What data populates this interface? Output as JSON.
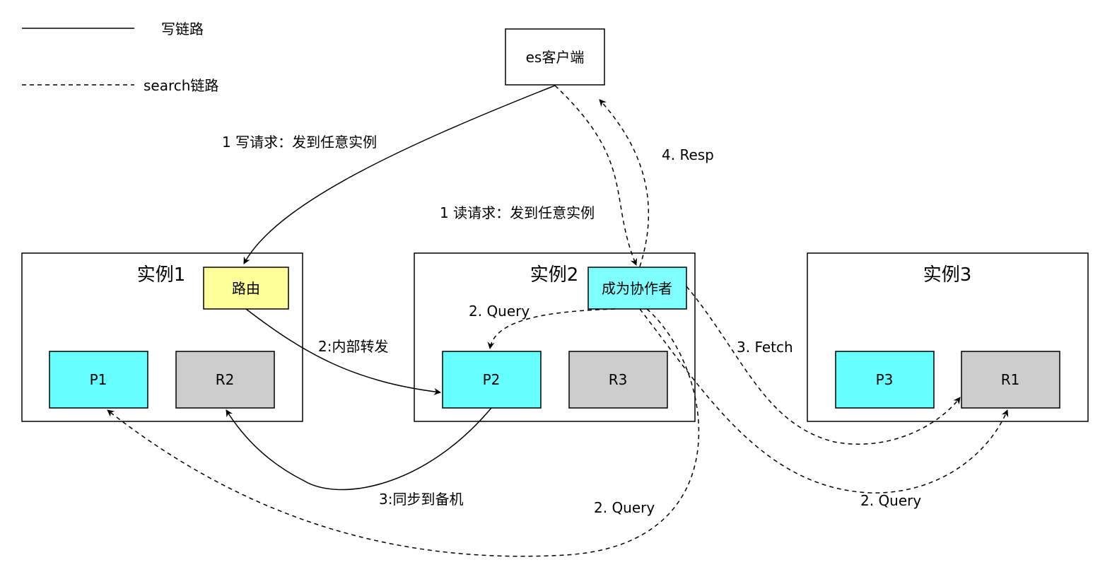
{
  "legend": {
    "write": "写链路",
    "search": "search链路"
  },
  "client": {
    "label": "es客户端"
  },
  "instances": [
    {
      "title": "实例1"
    },
    {
      "title": "实例2"
    },
    {
      "title": "实例3"
    }
  ],
  "nodes": {
    "router": "路由",
    "coordinator": "成为协作者",
    "p1": "P1",
    "r2": "R2",
    "p2": "P2",
    "r3": "R3",
    "p3": "P3",
    "r1": "R1"
  },
  "edge_labels": {
    "write_request": "1 写请求：发到任意实例",
    "read_request": "1 读请求：发到任意实例",
    "resp": "4. Resp",
    "internal_forward": "2:内部转发",
    "query_p2": "2. Query",
    "fetch": "3. Fetch",
    "sync_replica": "3:同步到备机",
    "query_p1": "2. Query",
    "query_r1": "2. Query"
  },
  "colors": {
    "primary_shard": "#66FFFF",
    "replica_shard": "#CCCCCC",
    "router": "#FFFF99",
    "coordinator": "#80FFFF"
  }
}
